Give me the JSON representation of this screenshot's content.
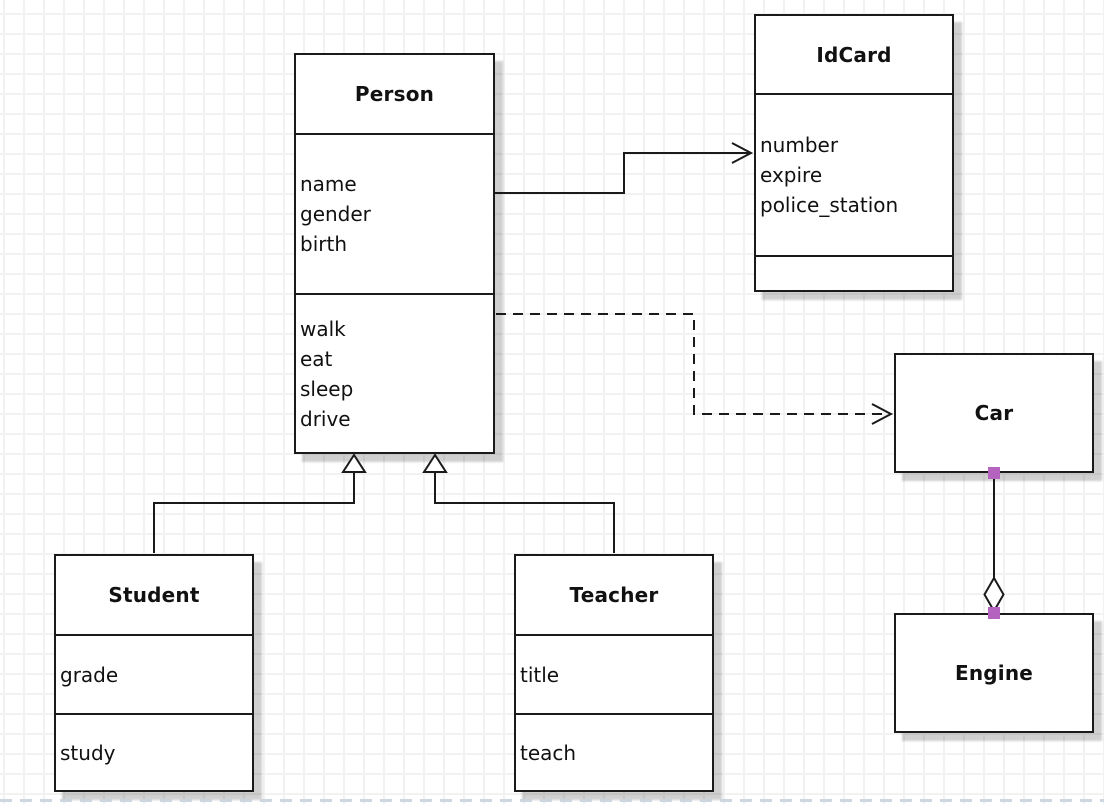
{
  "classes": {
    "person": {
      "name": "Person",
      "attributes": [
        "name",
        "gender",
        "birth"
      ],
      "methods": [
        "walk",
        "eat",
        "sleep",
        "drive"
      ]
    },
    "idcard": {
      "name": "IdCard",
      "attributes": [
        "number",
        "expire",
        "police_station"
      ],
      "methods": []
    },
    "car": {
      "name": "Car"
    },
    "engine": {
      "name": "Engine"
    },
    "student": {
      "name": "Student",
      "attributes": [
        "grade"
      ],
      "methods": [
        "study"
      ]
    },
    "teacher": {
      "name": "Teacher",
      "attributes": [
        "title"
      ],
      "methods": [
        "teach"
      ]
    }
  },
  "connectors": {
    "person_to_idcard": {
      "type": "association",
      "line": "solid",
      "arrowhead": "open-arrow"
    },
    "person_to_car": {
      "type": "dependency",
      "line": "dashed",
      "arrowhead": "open-arrow"
    },
    "student_to_person": {
      "type": "generalization",
      "line": "solid",
      "arrowhead": "hollow-triangle"
    },
    "teacher_to_person": {
      "type": "generalization",
      "line": "solid",
      "arrowhead": "hollow-triangle"
    },
    "car_to_engine": {
      "type": "aggregation",
      "line": "solid",
      "arrowhead": "hollow-diamond",
      "endpoint_handle_color": "#b464be"
    }
  },
  "colors": {
    "line": "#1a1a1a",
    "box_fill": "#ffffff",
    "grid": "#f2f2f2",
    "handle": "#b464be",
    "page_edge": "#c9d2dd"
  }
}
